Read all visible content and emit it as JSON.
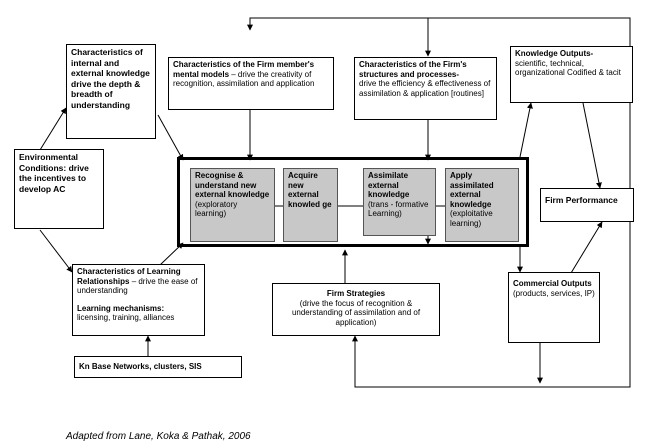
{
  "boxes": {
    "internal_external": {
      "title": "Characteristics of internal and external knowledge drive the depth & breadth of understanding"
    },
    "environmental": {
      "title": "Environmental Conditions: drive the incentives to develop AC"
    },
    "mental_models": {
      "title": "Characteristics of the Firm member's mental models",
      "text": "– drive the creativity of recognition, assimilation and application"
    },
    "structures": {
      "title": "Characteristics of the Firm's structures and processes-",
      "text": "drive the efficiency & effectiveness of assimilation & application [routines]"
    },
    "knowledge_outputs": {
      "title": "Knowledge Outputs-",
      "text": "scientific, technical, organizational Codified & tacit"
    },
    "recognise": {
      "title": "Recognise & understand new external knowledge",
      "text": "(exploratory learning)"
    },
    "acquire": {
      "title": "Acquire new external knowled ge"
    },
    "assimilate": {
      "title": "Assimilate external knowledge",
      "text": "(trans - formative Learning)"
    },
    "apply": {
      "title": "Apply assimilated external knowledge",
      "text": "(exploitative learning)"
    },
    "firm_performance": {
      "title": "Firm Performance"
    },
    "learning_relationships": {
      "title": "Characteristics of Learning Relationships",
      "text": "– drive the ease of understanding",
      "mech_title": "Learning mechanisms:",
      "mech_text": "licensing, training, alliances"
    },
    "firm_strategies": {
      "title": "Firm Strategies",
      "text": "(drive the focus of recognition & understanding of assimilation and of application)"
    },
    "commercial_outputs": {
      "title": "Commercial Outputs",
      "text": "(products, services, IP)"
    },
    "kn_base": {
      "title": "Kn Base Networks, clusters, SIS"
    }
  },
  "caption": "Adapted from Lane, Koka & Pathak, 2006"
}
